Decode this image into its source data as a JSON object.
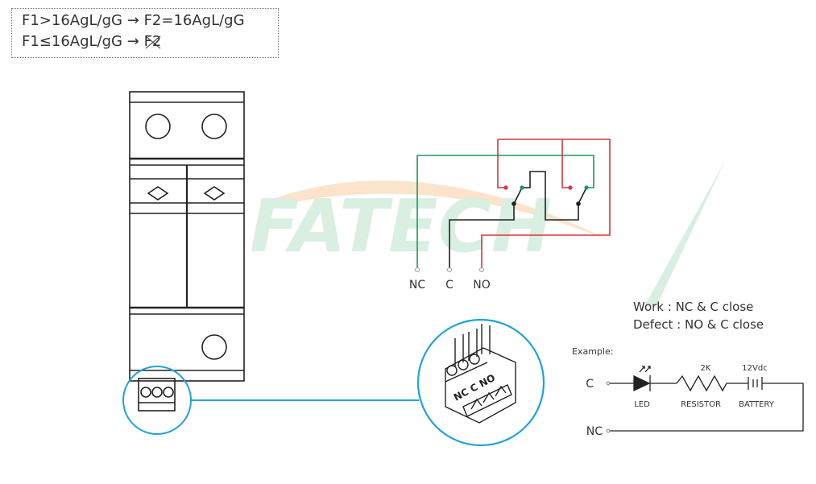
{
  "rules": {
    "line1": {
      "cond": "F1>16AgL/gG",
      "arrow": "→",
      "result": "F2=16AgL/gG"
    },
    "line2": {
      "cond": "F1≤16AgL/gG",
      "arrow": "→",
      "result_struck": "F2"
    }
  },
  "watermark": "FATECH",
  "terminals": {
    "nc": "NC",
    "c": "C",
    "no": "NO"
  },
  "connector_label": "NC C NO",
  "status": {
    "work": "Work : NC & C close",
    "defect": "Defect : NO & C close"
  },
  "example": {
    "title": "Example:",
    "c_label": "C",
    "nc_label": "NC",
    "led": "LED",
    "resistor": "RESISTOR",
    "resistor_value": "2K",
    "battery": "BATTERY",
    "battery_value": "12Vdc"
  },
  "colors": {
    "green": "#1a9a5a",
    "red": "#d8363c",
    "blue": "#1ea3d6",
    "black": "#222222",
    "watermark_green": "#d8efe2",
    "watermark_orange": "#fbe3cc"
  }
}
